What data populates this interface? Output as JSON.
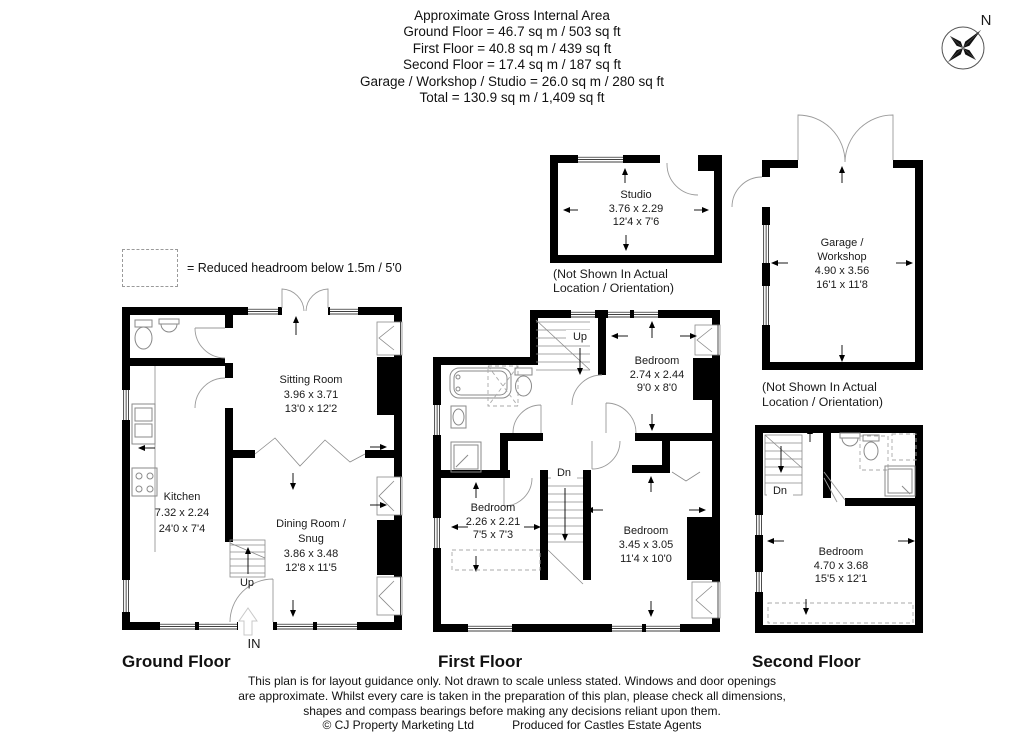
{
  "header": {
    "title": "Approximate Gross Internal Area",
    "lines": [
      "Ground Floor = 46.7 sq m / 503 sq ft",
      "First Floor = 40.8 sq m / 439 sq ft",
      "Second Floor = 17.4 sq m / 187 sq ft",
      "Garage / Workshop / Studio = 26.0 sq m / 280 sq ft",
      "Total = 130.9 sq m / 1,409 sq ft"
    ]
  },
  "compass": {
    "north_label": "N"
  },
  "legend": {
    "text": "= Reduced headroom below 1.5m / 5'0"
  },
  "floors": {
    "ground": {
      "title": "Ground Floor",
      "stairs_label": "Up",
      "entrance_label": "IN",
      "rooms": {
        "sitting": {
          "name": "Sitting Room",
          "metric": "3.96 x 3.71",
          "imperial": "13'0 x 12'2"
        },
        "kitchen": {
          "name": "Kitchen",
          "metric": "7.32 x 2.24",
          "imperial": "24'0 x 7'4"
        },
        "dining": {
          "name_line1": "Dining Room /",
          "name_line2": "Snug",
          "metric": "3.86 x 3.48",
          "imperial": "12'8 x 11'5"
        }
      }
    },
    "first": {
      "title": "First Floor",
      "stairs_up_label": "Up",
      "stairs_dn_label": "Dn",
      "rooms": {
        "bedroom1": {
          "name": "Bedroom",
          "metric": "2.74 x 2.44",
          "imperial": "9'0 x 8'0"
        },
        "bedroom2": {
          "name": "Bedroom",
          "metric": "2.26 x 2.21",
          "imperial": "7'5 x 7'3"
        },
        "bedroom3": {
          "name": "Bedroom",
          "metric": "3.45 x 3.05",
          "imperial": "11'4 x 10'0"
        }
      }
    },
    "second": {
      "title": "Second Floor",
      "stairs_dn_label": "Dn",
      "rooms": {
        "bedroom": {
          "name": "Bedroom",
          "metric": "4.70 x 3.68",
          "imperial": "15'5 x 12'1"
        }
      }
    }
  },
  "outbuildings": {
    "studio": {
      "name": "Studio",
      "metric": "3.76 x 2.29",
      "imperial": "12'4 x 7'6",
      "note_line1": "(Not Shown In Actual",
      "note_line2": "Location / Orientation)"
    },
    "garage": {
      "name_line1": "Garage /",
      "name_line2": "Workshop",
      "metric": "4.90 x 3.56",
      "imperial": "16'1 x 11'8",
      "note_line1": "(Not Shown In Actual",
      "note_line2": "Location / Orientation)"
    }
  },
  "footer": {
    "line1": "This plan is for layout guidance only. Not drawn to scale unless stated. Windows and door openings",
    "line2": "are approximate. Whilst every care is taken in the preparation of this plan, please check all dimensions,",
    "line3": "shapes and compass bearings before making any decisions reliant upon them.",
    "copyright": "© CJ Property Marketing Ltd",
    "produced": "Produced for Castles Estate Agents"
  },
  "colors": {
    "wall": "#000000",
    "fixture": "#8a8a8a",
    "dashed": "#aaaaaa"
  }
}
